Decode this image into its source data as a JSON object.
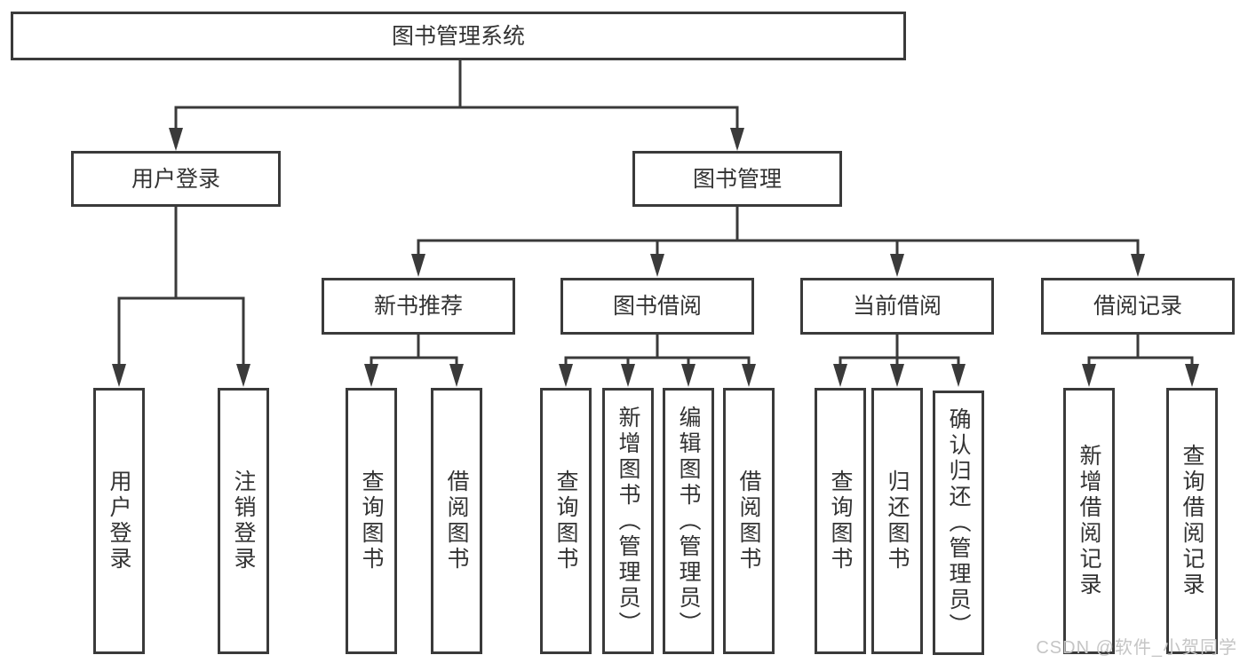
{
  "tree": {
    "label": "图书管理系统",
    "children": [
      {
        "label": "用户登录",
        "children": [
          {
            "label": "用户登录"
          },
          {
            "label": "注销登录"
          }
        ]
      },
      {
        "label": "图书管理",
        "children": [
          {
            "label": "新书推荐",
            "children": [
              {
                "label": "查询图书"
              },
              {
                "label": "借阅图书"
              }
            ]
          },
          {
            "label": "图书借阅",
            "children": [
              {
                "label": "查询图书"
              },
              {
                "label": "新增图书（管理员）"
              },
              {
                "label": "编辑图书（管理员）"
              },
              {
                "label": "借阅图书"
              }
            ]
          },
          {
            "label": "当前借阅",
            "children": [
              {
                "label": "查询图书"
              },
              {
                "label": "归还图书"
              },
              {
                "label": "确认归还（管理员）"
              }
            ]
          },
          {
            "label": "借阅记录",
            "children": [
              {
                "label": "新增借阅记录"
              },
              {
                "label": "查询借阅记录"
              }
            ]
          }
        ]
      }
    ]
  },
  "watermark": {
    "text": "CSDN @软件_小贺同学"
  },
  "appearance": {
    "line_color": "#3a3a3a",
    "text_color": "#333333",
    "box_background": "#ffffff",
    "page_background": "#ffffff",
    "watermark_color": "#c5c5c5"
  }
}
